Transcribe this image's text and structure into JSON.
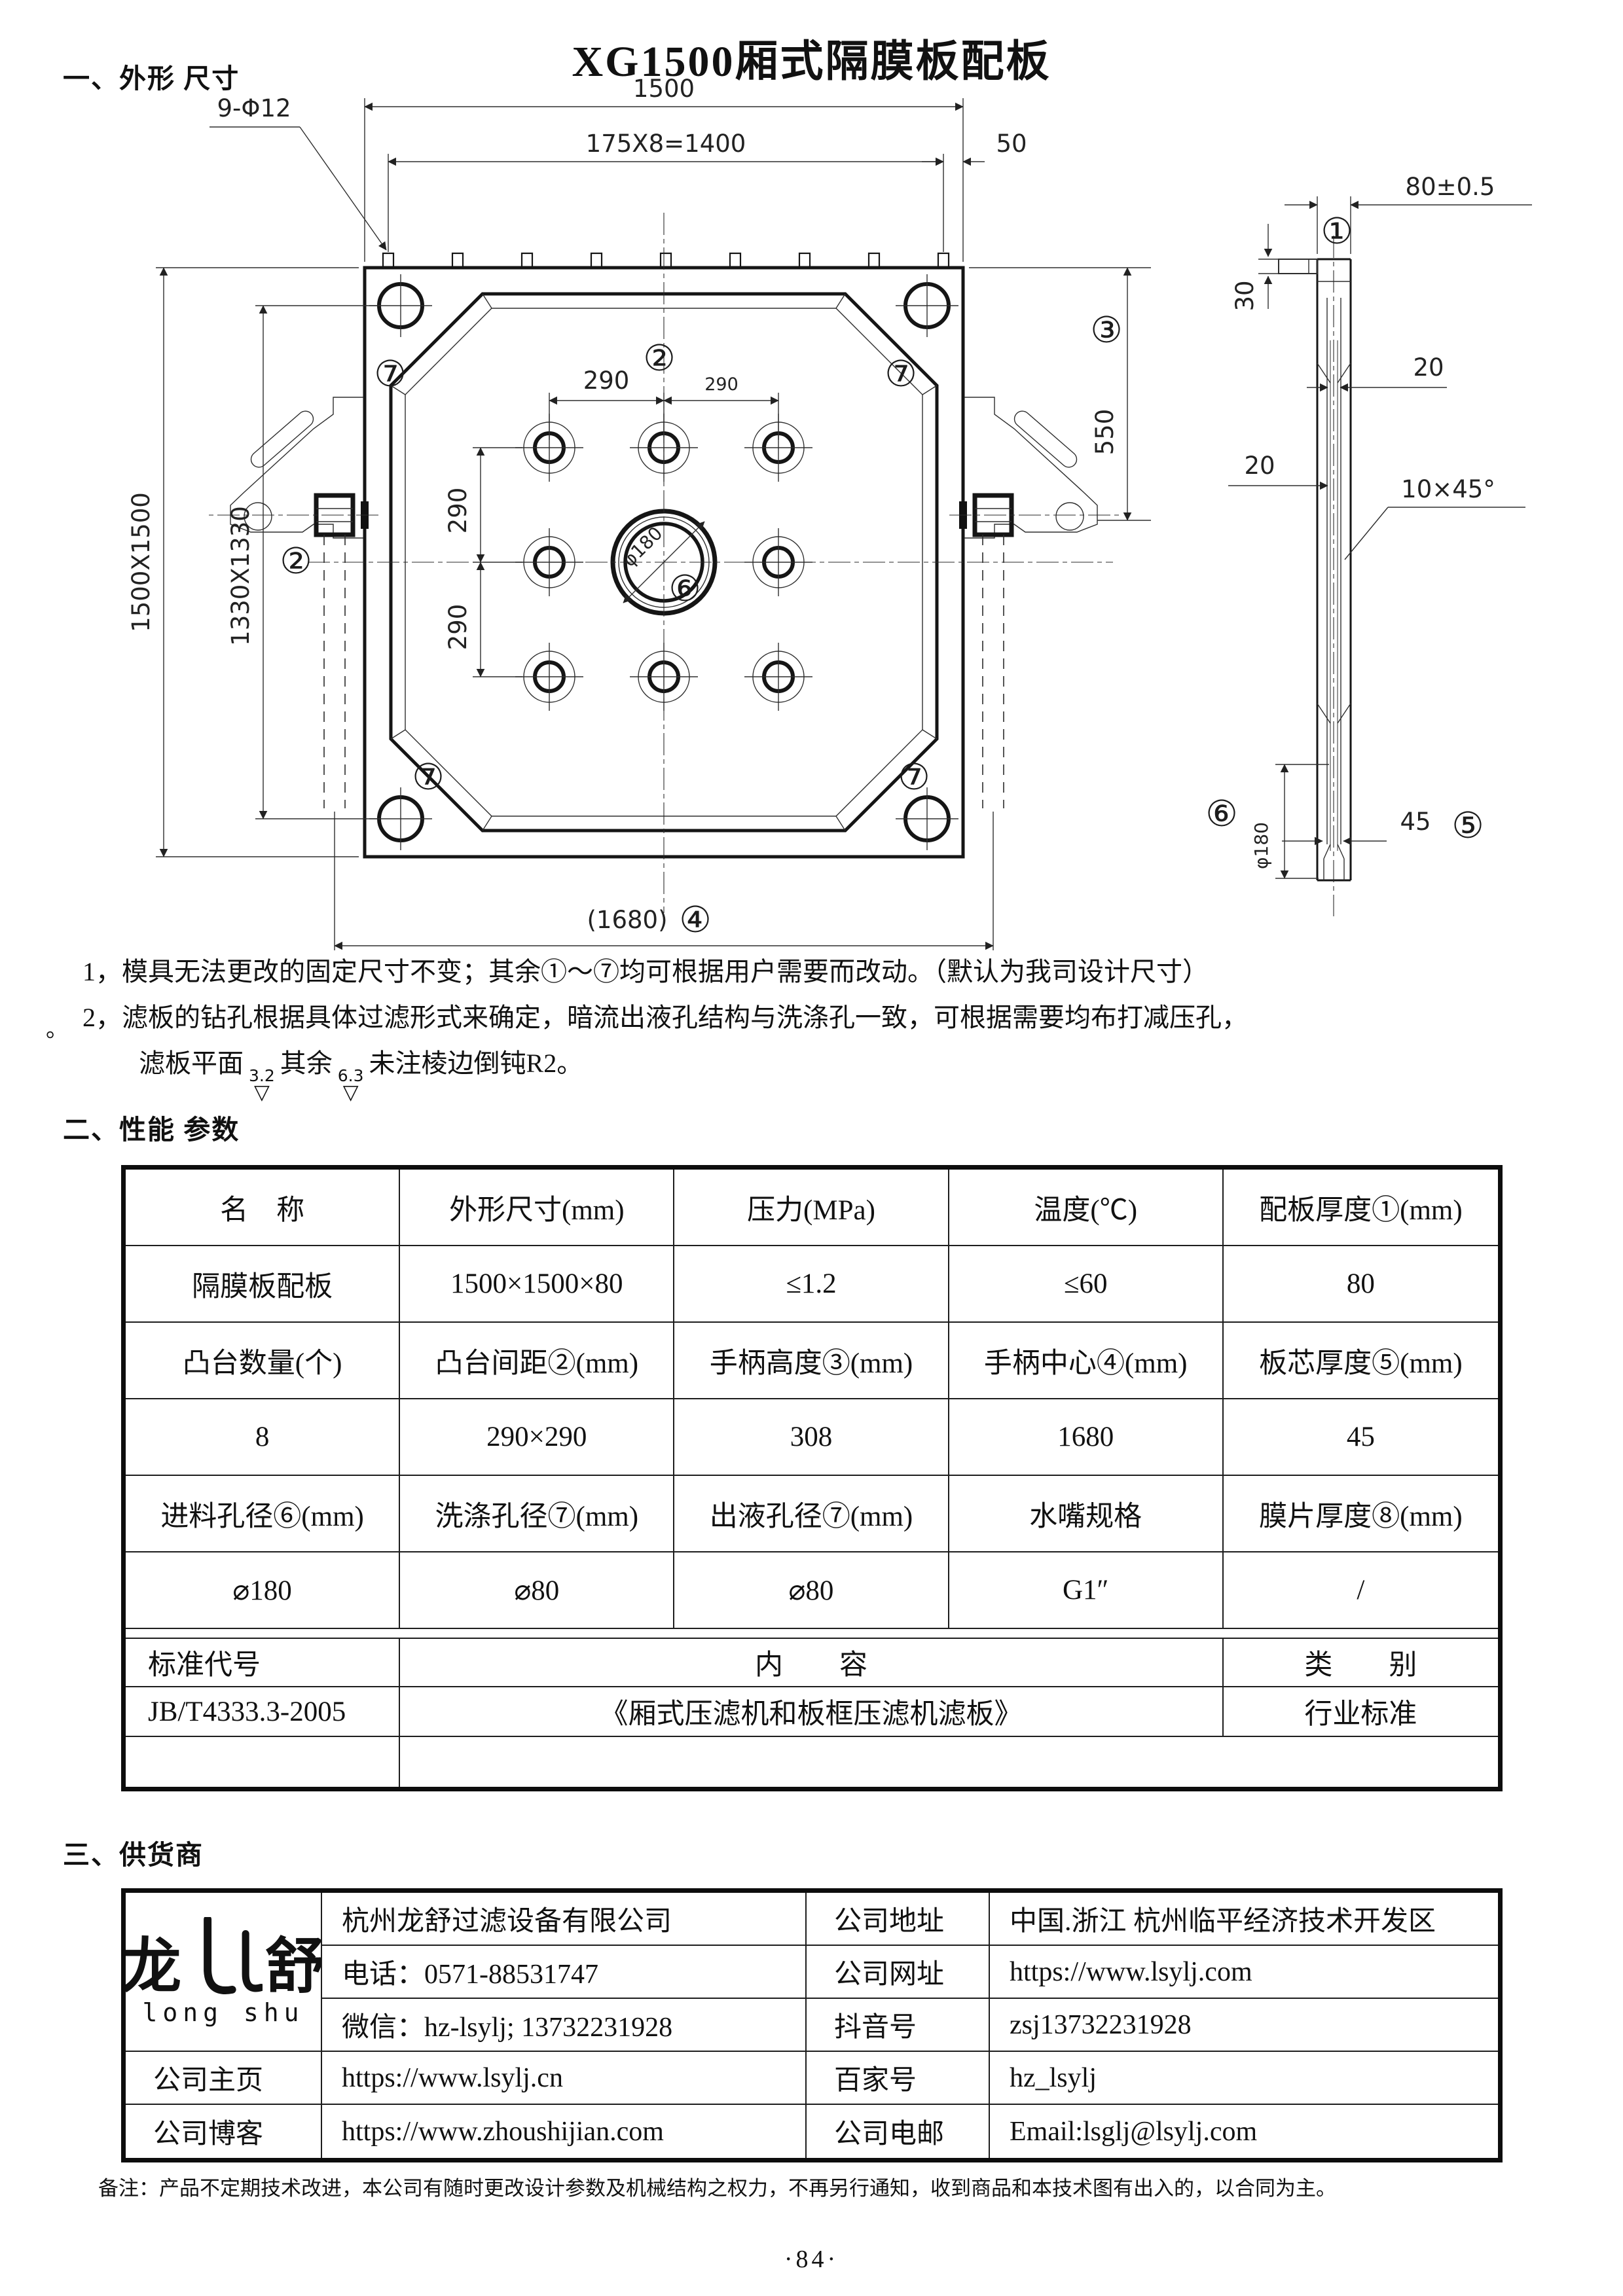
{
  "page": {
    "title": "XG1500厢式隔膜板配板",
    "page_number": "·84·",
    "stray_mark": "。"
  },
  "sections": {
    "dimensions": "一、外形 尺寸",
    "performance": "二、性能 参数",
    "supplier": "三、供货商"
  },
  "drawing": {
    "front": {
      "total_width": "1500",
      "hole_pitch": "175X8=1400",
      "edge_offset": "50",
      "corner_holes": "9-Φ12",
      "outer_size": "1500X1500",
      "inner_size": "1330X1330",
      "handle_height": "550",
      "handle_center": "(1680)",
      "boss_pitch_h1": "290",
      "boss_pitch_h2": "290",
      "boss_pitch_v1": "290",
      "boss_pitch_v2": "290",
      "feed_dia": "φ180"
    },
    "side": {
      "thickness": "80±0.5",
      "tab_height": "30",
      "membrane_a": "20",
      "membrane_b": "20",
      "chamfer": "10×45°",
      "core": "45",
      "feed_dia": "φ180"
    },
    "tags": {
      "t1": "①",
      "t2": "②",
      "t3": "③",
      "t4": "④",
      "t5": "⑤",
      "t6": "⑥",
      "t7": "⑦"
    }
  },
  "notes": {
    "line1": "1，模具无法更改的固定尺寸不变；其余①～⑦均可根据用户需要而改动。（默认为我司设计尺寸）",
    "line2": "2，滤板的钻孔根据具体过滤形式来确定，暗流出液孔结构与洗涤孔一致，可根据需要均布打减压孔，",
    "line3_a": "滤板平面",
    "rough_a": "3.2",
    "line3_b": "其余",
    "rough_b": "6.3",
    "line3_c": "未注棱边倒钝R2。"
  },
  "param_table": {
    "header_row1": [
      "名　称",
      "外形尺寸(mm)",
      "压力(MPa)",
      "温度(℃)",
      "配板厚度①(mm)"
    ],
    "value_row1": [
      "隔膜板配板",
      "1500×1500×80",
      "≤1.2",
      "≤60",
      "80"
    ],
    "header_row2": [
      "凸台数量(个)",
      "凸台间距②(mm)",
      "手柄高度③(mm)",
      "手柄中心④(mm)",
      "板芯厚度⑤(mm)"
    ],
    "value_row2": [
      "8",
      "290×290",
      "308",
      "1680",
      "45"
    ],
    "header_row3": [
      "进料孔径⑥(mm)",
      "洗涤孔径⑦(mm)",
      "出液孔径⑦(mm)",
      "水嘴规格",
      "膜片厚度⑧(mm)"
    ],
    "value_row3": [
      "⌀180",
      "⌀80",
      "⌀80",
      "G1″",
      "/"
    ],
    "std_header": [
      "标准代号",
      "内　　容",
      "类　　别"
    ],
    "std_values": [
      "JB/T4333.3-2005",
      "《厢式压滤机和板框压滤机滤板》",
      "行业标准"
    ]
  },
  "supplier": {
    "logo": {
      "left": "龙",
      "right": "舒",
      "sub": "long shu"
    },
    "company": "杭州龙舒过滤设备有限公司",
    "phone": "电话：0571-88531747",
    "wechat": "微信：hz-lsylj; 13732231928",
    "addr_label": "公司地址",
    "addr_value": "中国.浙江 杭州临平经济技术开发区",
    "web_label": "公司网址",
    "web_value": "https://www.lsylj.com",
    "douyin_label": "抖音号",
    "douyin_value": "zsj13732231928",
    "home_label": "公司主页",
    "home_value": "https://www.lsylj.cn",
    "baijia_label": "百家号",
    "baijia_value": "hz_lsylj",
    "blog_label": "公司博客",
    "blog_value": "https://www.zhoushijian.com",
    "email_label": "公司电邮",
    "email_value": "Email:lsglj@lsylj.com"
  },
  "footer": {
    "note": "备注：产品不定期技术改进，本公司有随时更改设计参数及机械结构之权力，不再另行通知，收到商品和本技术图有出入的，以合同为主。"
  }
}
